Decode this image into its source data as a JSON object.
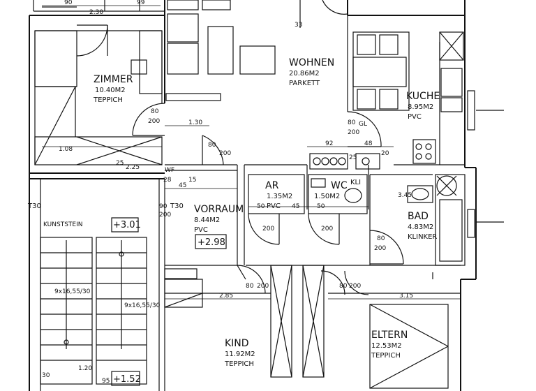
{
  "rooms": [
    {
      "name": "ZIMMER",
      "area": "10.40M2",
      "floor": "TEPPICH"
    },
    {
      "name": "WOHNEN",
      "area": "20.86M2",
      "floor": "PARKETT"
    },
    {
      "name": "KUCHE",
      "area": "8.95M2",
      "floor": "PVC"
    },
    {
      "name": "AR",
      "area": "1.35M2",
      "floor": "PVC"
    },
    {
      "name": "WC",
      "area": "1.50M2",
      "floor": ""
    },
    {
      "name": "BAD",
      "area": "4.83M2",
      "floor": "KLINKER"
    },
    {
      "name": "VORRAUM",
      "area": "8.44M2",
      "floor": "PVC"
    },
    {
      "name": "KIND",
      "area": "11.92M2",
      "floor": "TEPPICH"
    },
    {
      "name": "ELTERN",
      "area": "12.53M2",
      "floor": "TEPPICH"
    }
  ],
  "levels": [
    "+3.01",
    "+2.98",
    "+1.52"
  ],
  "labels": {
    "kunststein": "KUNSTSTEIN",
    "kli": "KLI",
    "gl": "GL",
    "t30": "T30",
    "wf": "WF"
  },
  "dims": {
    "top_a": "90",
    "top_b": "99",
    "top_c": "2.30",
    "top_d": "33",
    "d1_w": "80",
    "d1_h": "200",
    "d2_w": "1.30",
    "gl_w": "80",
    "gl_h": "200",
    "gl2_w": "80",
    "gl2_h": "200",
    "w92": "92",
    "w48": "48",
    "w25": "25",
    "w20": "20",
    "corr_a": "1.08",
    "corr_b": "25",
    "corr_c": "28",
    "corr_d": "45",
    "corr_e": "15",
    "corr_f": "2.25",
    "t30_w": "90",
    "t30_h": "200",
    "ar_w": "50",
    "ar_d": "45",
    "ar_h": "200",
    "wc_w": "50",
    "wc_h": "200",
    "bad_w": "80",
    "bad_h": "200",
    "bad_d": "3.45",
    "v1": "80",
    "v2": "200",
    "v3": "80",
    "v4": "200",
    "kind_w": "2.85",
    "eltern_w": "3.15",
    "stairs_a": "9x16,55/30",
    "stairs_b": "9x16,55/30",
    "s120": "1.20",
    "s95": "95",
    "s30": "30"
  }
}
